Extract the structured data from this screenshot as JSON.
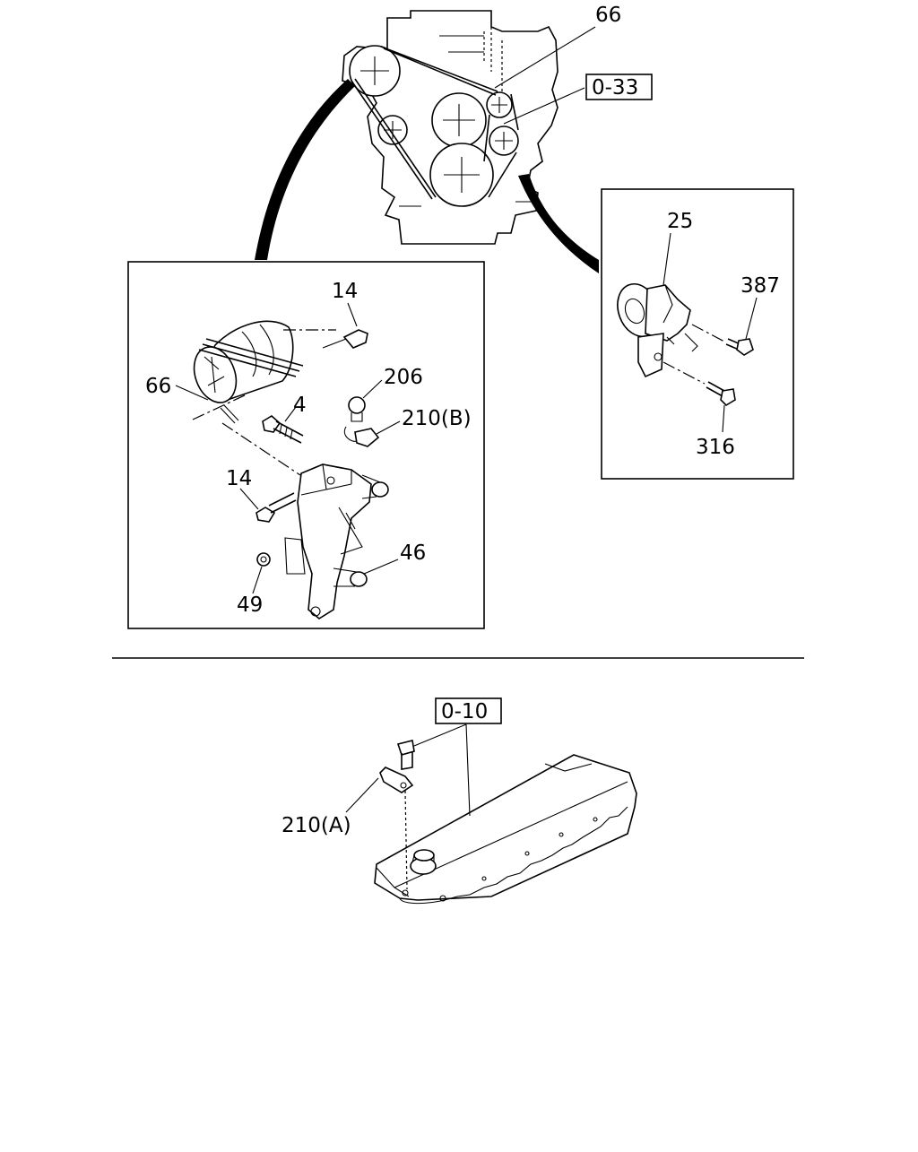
{
  "labels": {
    "top_66": "66",
    "ref_0_33": "0-33",
    "left_14_top": "14",
    "left_66": "66",
    "left_206": "206",
    "left_4": "4",
    "left_210b": "210(B)",
    "left_14_mid": "14",
    "left_46": "46",
    "left_49": "49",
    "right_25": "25",
    "right_387": "387",
    "right_316": "316",
    "ref_0_10": "0-10",
    "bottom_210a": "210(A)"
  }
}
